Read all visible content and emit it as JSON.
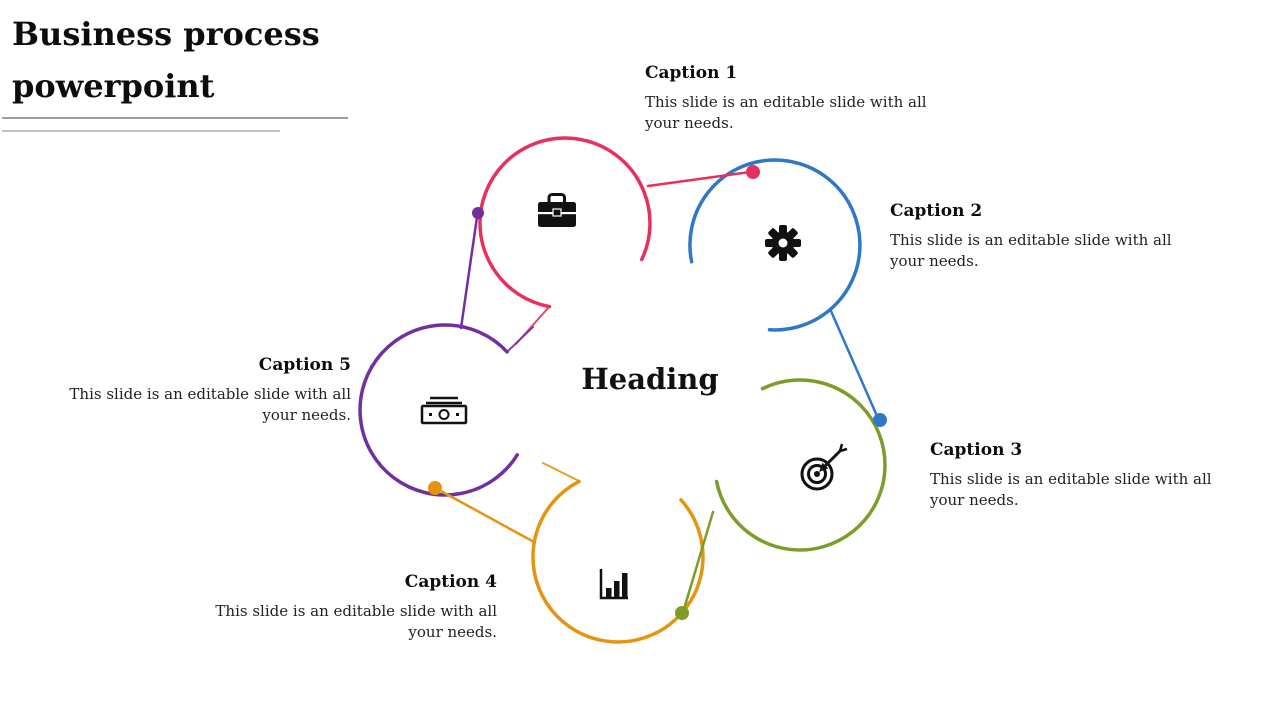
{
  "slide": {
    "title": "Business process powerpoint",
    "heading": "Heading"
  },
  "captions": [
    {
      "label": "Caption 1",
      "body": "This slide is an editable slide with all your needs.",
      "color": "#e8305f",
      "icon": "briefcase-icon"
    },
    {
      "label": "Caption 2",
      "body": "This slide is an editable slide with all your needs.",
      "color": "#2e78c8",
      "icon": "gear-icon"
    },
    {
      "label": "Caption 3",
      "body": "This slide is an editable slide with all your needs.",
      "color": "#7d9c2a",
      "icon": "target-icon"
    },
    {
      "label": "Caption 4",
      "body": "This slide is an editable slide with all your needs.",
      "color": "#e5940f",
      "icon": "bar-chart-icon"
    },
    {
      "label": "Caption 5",
      "body": "This slide is an editable slide with all your needs.",
      "color": "#7030a0",
      "icon": "money-icon"
    }
  ],
  "colors": {
    "petal1": "#e8305f",
    "petal2": "#2e78c8",
    "petal3": "#7d9c2a",
    "petal4": "#e5940f",
    "petal5": "#7030a0",
    "icon": "#111111",
    "rule": "#9d9d9d"
  }
}
